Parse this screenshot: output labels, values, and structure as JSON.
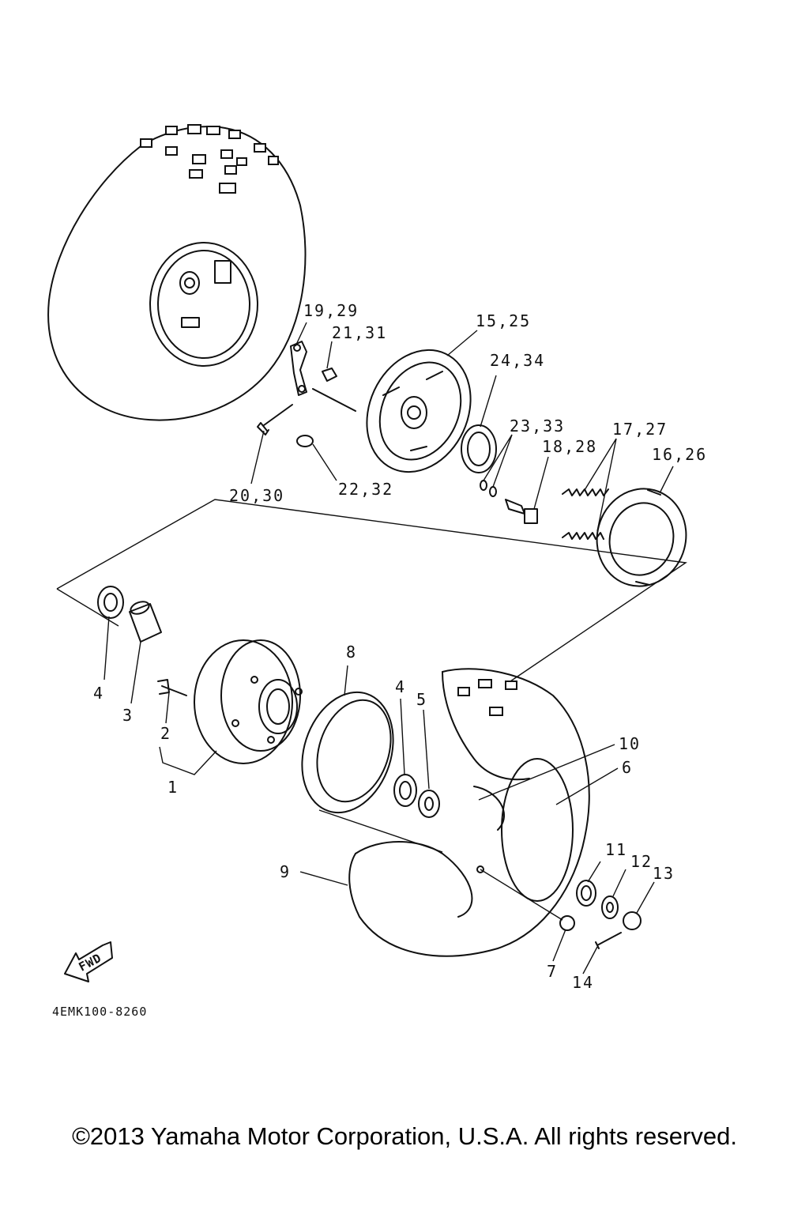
{
  "labels": {
    "p19_29": "19,29",
    "p21_31": "21,31",
    "p15_25": "15,25",
    "p24_34": "24,34",
    "p23_33": "23,33",
    "p17_27": "17,27",
    "p18_28": "18,28",
    "p16_26": "16,26",
    "p20_30": "20,30",
    "p22_32": "22,32",
    "p8": "8",
    "p4a": "4",
    "p3": "3",
    "p2": "2",
    "p1": "1",
    "p4b": "4",
    "p5": "5",
    "p10": "10",
    "p6": "6",
    "p11": "11",
    "p12": "12",
    "p13": "13",
    "p9": "9",
    "p7": "7",
    "p14": "14"
  },
  "fwd_badge": "FWD",
  "diagram_code": "4EMK100-8260",
  "copyright": "©2013 Yamaha Motor Corporation, U.S.A. All rights reserved."
}
